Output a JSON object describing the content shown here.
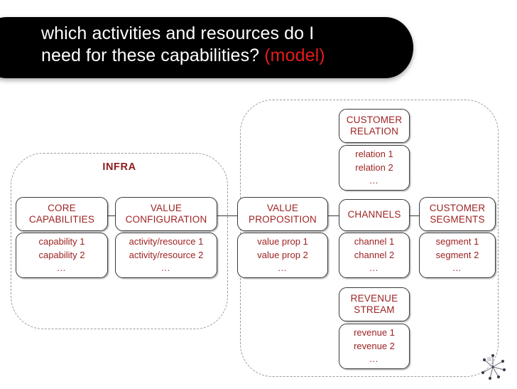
{
  "slide": {
    "title_line1": "which activities and resources do I",
    "title_line2": "need for these capabilities? ",
    "title_accent": "(model)",
    "accent_color": "#e31b1b",
    "banner_color": "#000000",
    "text_color": "#9e2222"
  },
  "containers": {
    "infra": {
      "label": "INFRA"
    },
    "front": {
      "label": ""
    }
  },
  "blocks": {
    "core_capabilities": {
      "head_line1": "CORE",
      "head_line2": "CAPABILITIES",
      "item1": "capability 1",
      "item2": "capability 2",
      "item3": "…"
    },
    "value_configuration": {
      "head_line1": "VALUE",
      "head_line2": "CONFIGURATION",
      "item1": "activity/resource 1",
      "item2": "activity/resource 2",
      "item3": "…"
    },
    "value_proposition": {
      "head_line1": "VALUE",
      "head_line2": "PROPOSITION",
      "item1": "value prop 1",
      "item2": "value prop 2",
      "item3": "…"
    },
    "customer_relation": {
      "head_line1": "CUSTOMER",
      "head_line2": "RELATION",
      "item1": "relation 1",
      "item2": "relation 2",
      "item3": "…"
    },
    "channels": {
      "head_line1": "CHANNELS",
      "head_line2": "",
      "item1": "channel 1",
      "item2": "channel 2",
      "item3": "…"
    },
    "revenue_stream": {
      "head_line1": "REVENUE",
      "head_line2": "STREAM",
      "item1": "revenue 1",
      "item2": "revenue 2",
      "item3": "…"
    },
    "customer_segments": {
      "head_line1": "CUSTOMER",
      "head_line2": "SEGMENTS",
      "item1": "segment 1",
      "item2": "segment 2",
      "item3": "…"
    }
  }
}
